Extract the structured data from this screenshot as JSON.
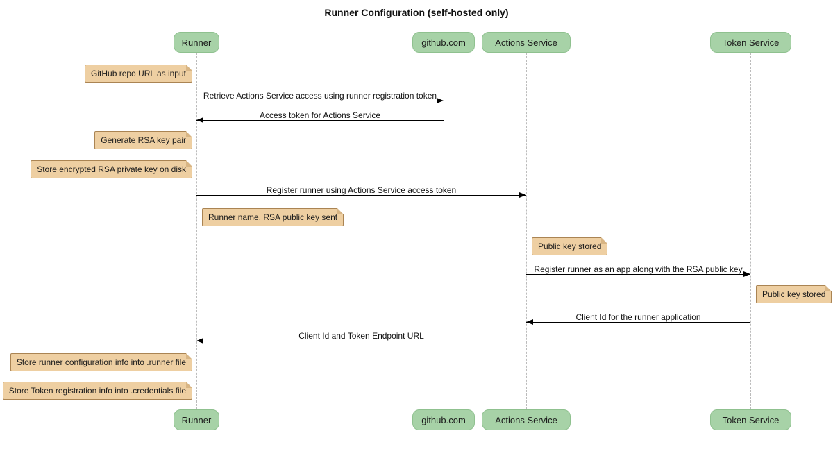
{
  "title": "Runner Configuration (self-hosted only)",
  "participants": [
    {
      "name": "Runner"
    },
    {
      "name": "github.com"
    },
    {
      "name": "Actions Service"
    },
    {
      "name": "Token Service"
    }
  ],
  "messages": [
    {
      "from": "Runner",
      "to": "github.com",
      "label": "Retrieve Actions Service access using runner registration token"
    },
    {
      "from": "github.com",
      "to": "Runner",
      "label": "Access token for Actions Service"
    },
    {
      "from": "Runner",
      "to": "Actions Service",
      "label": "Register runner using Actions Service access token"
    },
    {
      "from": "Actions Service",
      "to": "Token Service",
      "label": "Register runner as an app along with the RSA public key"
    },
    {
      "from": "Token Service",
      "to": "Actions Service",
      "label": "Client Id for the runner application"
    },
    {
      "from": "Actions Service",
      "to": "Runner",
      "label": "Client Id and Token Endpoint URL"
    }
  ],
  "notes": [
    {
      "position": "left of Runner",
      "label": "GitHub repo URL as input"
    },
    {
      "position": "left of Runner",
      "label": "Generate RSA key pair"
    },
    {
      "position": "left of Runner",
      "label": "Store encrypted RSA private key on disk"
    },
    {
      "position": "right of Runner",
      "label": "Runner name, RSA public key sent"
    },
    {
      "position": "right of Actions Service",
      "label": "Public key stored"
    },
    {
      "position": "right of Token Service",
      "label": "Public key stored"
    },
    {
      "position": "left of Runner",
      "label": "Store runner configuration info into .runner file"
    },
    {
      "position": "left of Runner",
      "label": "Store Token registration info into .credentials file"
    }
  ],
  "colors": {
    "background": "#FFFFFF",
    "actor_fill": "#A7D2A7",
    "actor_border": "#8FC18F",
    "note_fill": "#EECFA2",
    "note_border": "#AA8453",
    "lifeline": "#BBBBBB",
    "arrow": "#000000",
    "text": "#111111"
  }
}
